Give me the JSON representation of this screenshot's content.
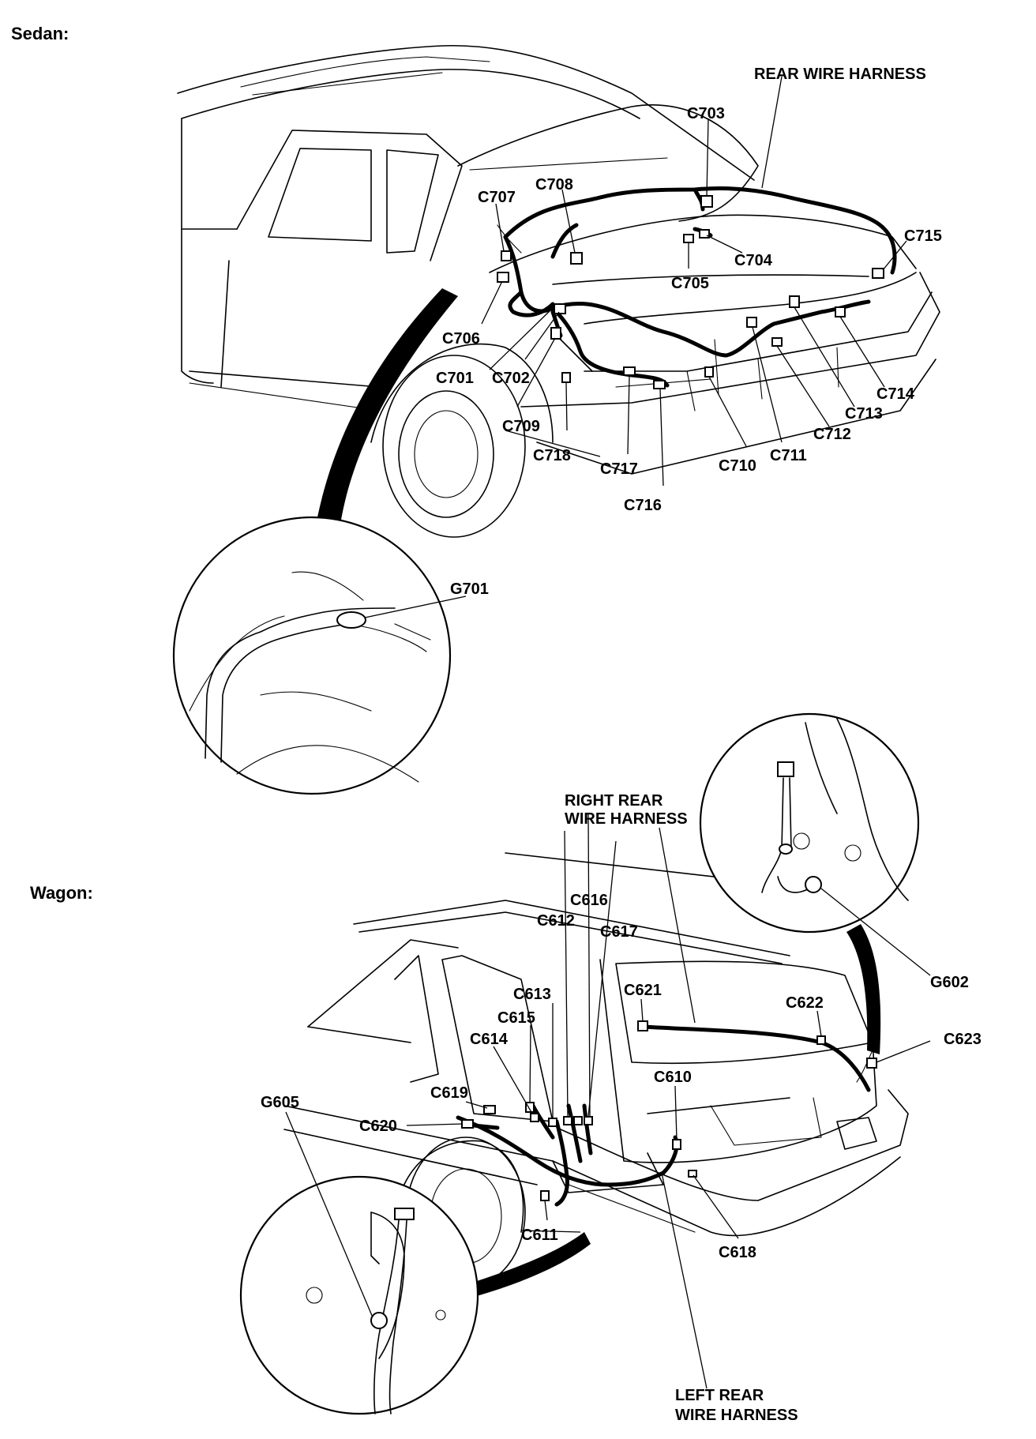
{
  "headings": {
    "sedan": "Sedan:",
    "wagon": "Wagon:"
  },
  "harness_labels": {
    "rear": "REAR WIRE HARNESS",
    "right_rear_1": "RIGHT REAR",
    "right_rear_2": "WIRE HARNESS",
    "left_rear_1": "LEFT REAR",
    "left_rear_2": "WIRE HARNESS"
  },
  "sedan_connectors": [
    "C701",
    "C702",
    "C703",
    "C704",
    "C705",
    "C706",
    "C707",
    "C708",
    "C709",
    "C710",
    "C711",
    "C712",
    "C713",
    "C714",
    "C715",
    "C716",
    "C717",
    "C718"
  ],
  "sedan_ground": "G701",
  "wagon_connectors": [
    "C610",
    "C611",
    "C612",
    "C613",
    "C614",
    "C615",
    "C616",
    "C617",
    "C618",
    "C619",
    "C620",
    "C621",
    "C622",
    "C623"
  ],
  "wagon_grounds": [
    "G602",
    "G605"
  ]
}
